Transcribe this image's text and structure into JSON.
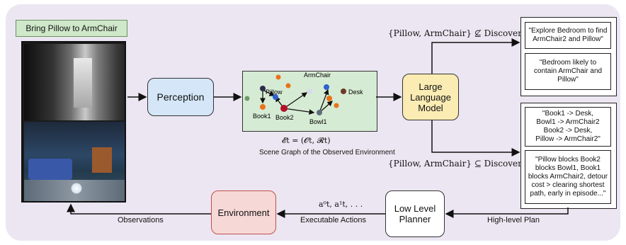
{
  "task": {
    "instruction": "Bring Pillow to ArmChair"
  },
  "observation": {
    "depth_label": "",
    "rgb_label": ""
  },
  "perception": {
    "label": "Perception"
  },
  "scene_graph": {
    "nodes": [
      {
        "label": "ArmChair",
        "color": "#2f62d0"
      },
      {
        "label": "Desk",
        "color": "#6b3b2a"
      },
      {
        "label": "Pillow",
        "color": "#2c2c4a"
      },
      {
        "label": "Book1",
        "color": "#e8731c"
      },
      {
        "label": "Book2",
        "color": "#b3102a"
      },
      {
        "label": "Bowl1",
        "color": "#5f6e7e"
      }
    ],
    "formula": "𝓔t = (𝓞t, 𝓡t)",
    "caption": "Scene Graph of the Observed Environment"
  },
  "llm": {
    "label": "Large\nLanguage\nModel"
  },
  "conditions": {
    "not_discovered": "{Pillow, ArmChair} ⊈ Discovered",
    "discovered": "{Pillow, ArmChair} ⊆ Discovered"
  },
  "explore_outputs": [
    "\"Explore Bedroom to find ArmChair2 and Pillow\"",
    "\"Bedroom likely to contain ArmChair and Pillow\""
  ],
  "plan_outputs": [
    "\"Book1 -> Desk,\nBowl1 -> ArmChair2\nBook2 -> Desk,\nPillow -> ArmChair2\"",
    "\"Pillow blocks Book2\nblocks Bowl1, Book1\nblocks ArmChair2, detour\ncost > clearing shortest\npath, early in episode...\""
  ],
  "low_level_planner": {
    "label": "Low Level\nPlanner"
  },
  "environment": {
    "label": "Environment"
  },
  "edge_labels": {
    "high_level_plan": "High-level Plan",
    "executable_actions": "Executable Actions",
    "actions_math": "a⁰t, a¹t, . . .",
    "observations": "Observations"
  }
}
